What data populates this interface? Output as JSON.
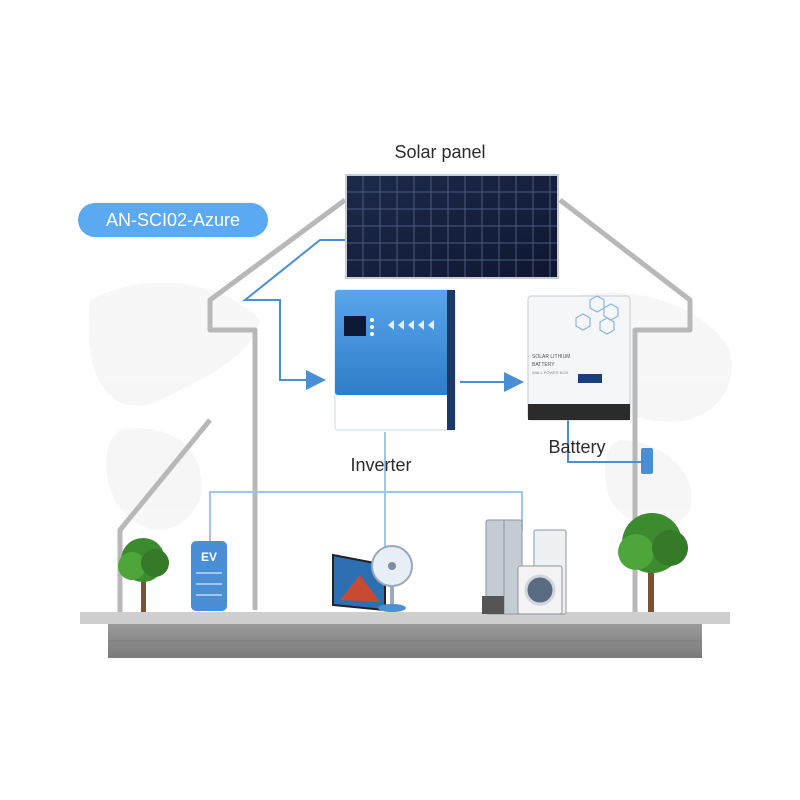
{
  "labels": {
    "solar_panel": "Solar panel",
    "inverter": "Inverter",
    "battery": "Battery",
    "model": "AN-SCI02-Azure"
  },
  "battery_device": {
    "line1": "SOLAR LITHIUM",
    "line2": "BATTERY",
    "line3": "WALL POWER BOX"
  },
  "ev_charger": {
    "text": "EV"
  },
  "colors": {
    "accent": "#5ba9f0",
    "arrow": "#4a8fd6",
    "wall": "#b8b8b8",
    "inverter_blue": "#3f8fd8",
    "ground": "#8e8e8e"
  }
}
